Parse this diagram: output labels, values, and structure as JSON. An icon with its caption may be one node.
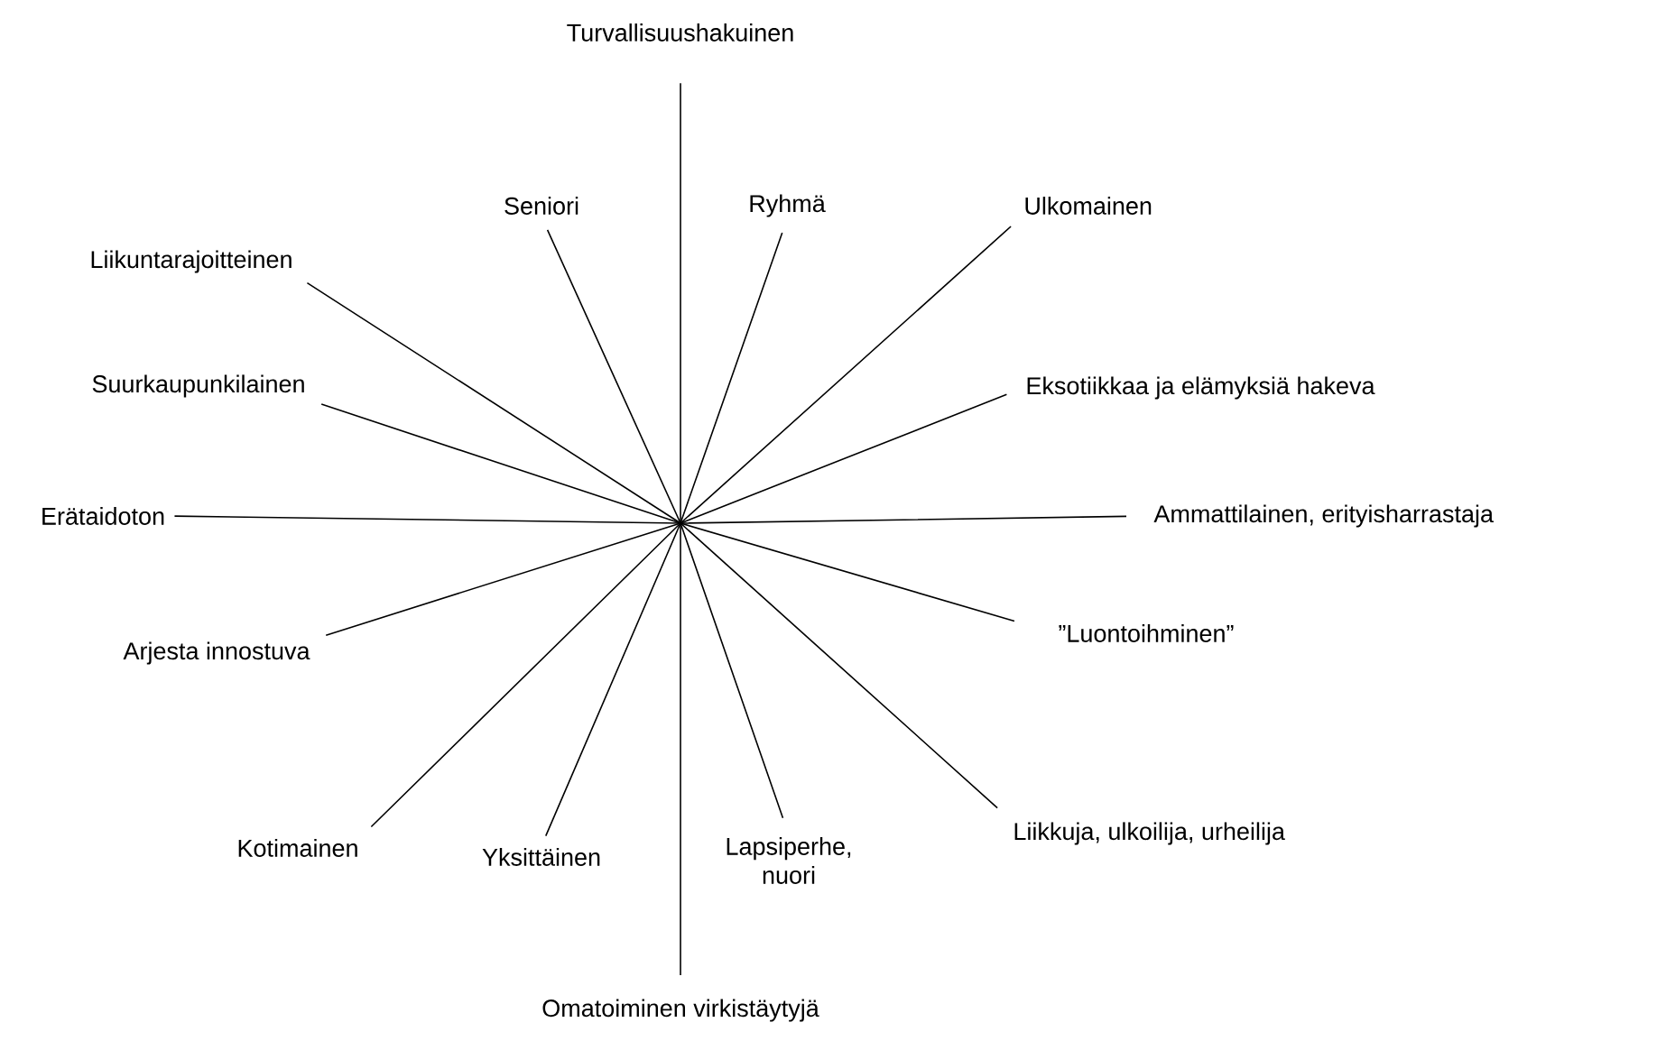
{
  "diagram": {
    "nodes": [
      {
        "text": [
          "Turvallisuushakuinen"
        ]
      },
      {
        "text": [
          "Seniori"
        ]
      },
      {
        "text": [
          "Ryhmä"
        ]
      },
      {
        "text": [
          "Ulkomainen"
        ]
      },
      {
        "text": [
          "Liikuntarajoitteinen"
        ]
      },
      {
        "text": [
          "Suurkaupunkilainen"
        ]
      },
      {
        "text": [
          "Eksotiikkaa ja elämyksiä hakeva"
        ]
      },
      {
        "text": [
          "Erätaidoton"
        ]
      },
      {
        "text": [
          "Ammattilainen, erityisharrastaja"
        ]
      },
      {
        "text": [
          "Arjesta innostuva"
        ]
      },
      {
        "text": [
          "”Luontoihminen”"
        ]
      },
      {
        "text": [
          "Kotimainen"
        ]
      },
      {
        "text": [
          "Yksittäinen"
        ]
      },
      {
        "text": [
          "Lapsiperhe, nuori"
        ]
      },
      {
        "text": [
          "Liikkuja, ulkoilija, urheilija"
        ]
      },
      {
        "text": [
          "Omatoiminen virkistäytyjä"
        ]
      }
    ],
    "edges": [
      {
        "from": 0,
        "to": 15,
        "arrow": "none"
      },
      {
        "from": 1,
        "to": 13,
        "arrow": "none"
      },
      {
        "from": 2,
        "to": 12,
        "arrow": "none"
      },
      {
        "from": 3,
        "to": 11,
        "arrow": "none"
      },
      {
        "from": 6,
        "to": 9,
        "arrow": "none"
      },
      {
        "from": 8,
        "to": 7,
        "arrow": "none"
      },
      {
        "from": 10,
        "to": 5,
        "arrow": "none"
      },
      {
        "from": 14,
        "to": 4,
        "arrow": "none"
      }
    ]
  }
}
